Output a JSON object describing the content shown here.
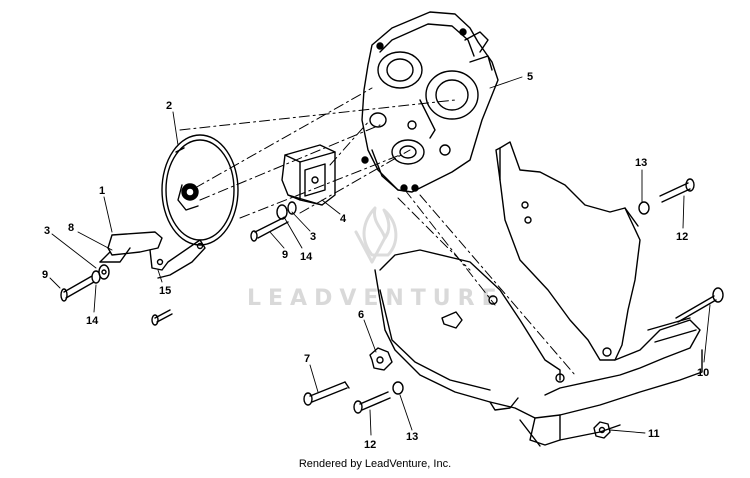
{
  "callouts": {
    "c1": "1",
    "c2": "2",
    "c3a": "3",
    "c3b": "3",
    "c4": "4",
    "c5": "5",
    "c6": "6",
    "c7": "7",
    "c8": "8",
    "c9a": "9",
    "c9b": "9",
    "c10": "10",
    "c11": "11",
    "c12a": "12",
    "c12b": "12",
    "c13a": "13",
    "c13b": "13",
    "c14a": "14",
    "c14b": "14",
    "c15": "15"
  },
  "watermark": "LEADVENTURE",
  "footer": "Rendered by LeadVenture, Inc."
}
